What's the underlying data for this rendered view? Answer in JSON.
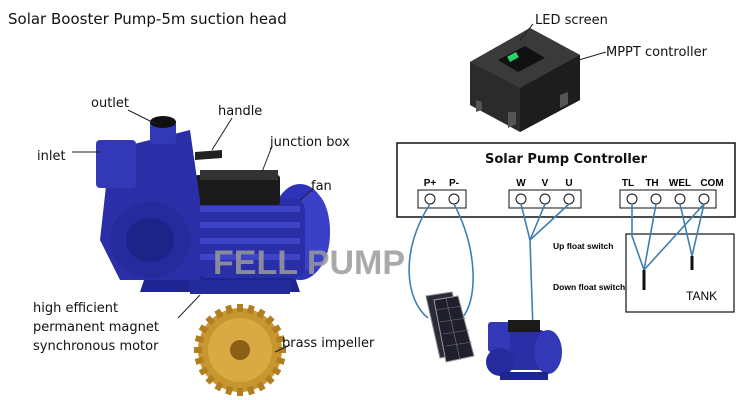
{
  "title": "Solar Booster Pump-5m suction head",
  "pump_labels": {
    "outlet": "outlet",
    "inlet": "inlet",
    "handle": "handle",
    "junction_box": "junction box",
    "fan": "fan",
    "motor_line1": "high efficient",
    "motor_line2": "permanent magnet",
    "motor_line3": "synchronous motor",
    "impeller": "brass impeller"
  },
  "watermark": "FELL PUMP",
  "controller_labels": {
    "led_screen": "LED screen",
    "mppt": "MPPT controller"
  },
  "controller_box": {
    "title": "Solar Pump Controller",
    "terminals": {
      "power": [
        "P+",
        "P-"
      ],
      "motor": [
        "W",
        "V",
        "U"
      ],
      "sensors": [
        "TL",
        "TH",
        "WEL",
        "COM"
      ]
    }
  },
  "tank": {
    "up_float": "Up float switch",
    "down_float": "Down float switch",
    "label": "TANK"
  },
  "colors": {
    "pump_blue": "#2a2fa8",
    "wire_blue": "#3d7fb0",
    "impeller_gold": "#c8962e"
  }
}
